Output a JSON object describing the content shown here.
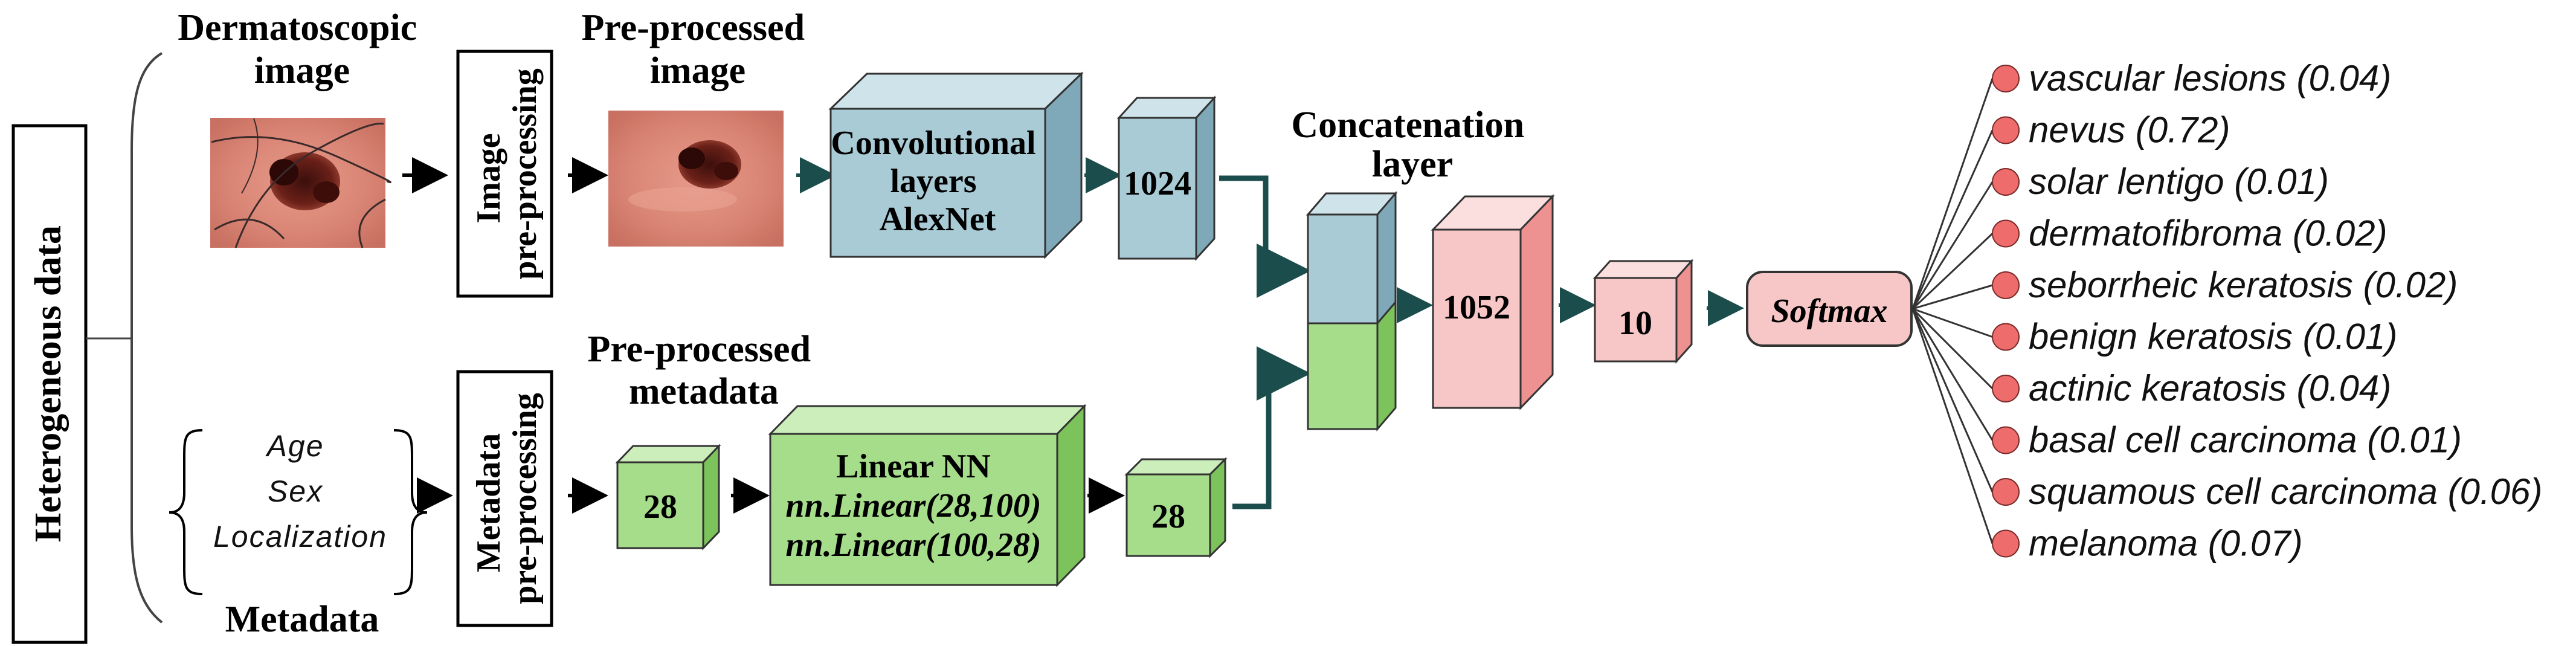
{
  "colors": {
    "conv_front": "#a9cbd6",
    "conv_top": "#cfe3ea",
    "conv_side": "#7fa9b8",
    "green_front": "#a6dd8a",
    "green_top": "#cbeebb",
    "green_side": "#7cc35c",
    "pink_front": "#f7c6c6",
    "pink_top": "#fbdede",
    "pink_side": "#ee9191",
    "dot": "#ef6c6c",
    "arrow": "#1c4d4d"
  },
  "left_label": "Heterogeneous data",
  "top_branch": {
    "dermatoscopic_label": [
      "Dermatoscopic",
      "image"
    ],
    "preprocess_box": [
      "Image",
      "pre-processing"
    ],
    "preprocessed_label": [
      "Pre-processed",
      "image"
    ],
    "conv_box": [
      "Convolutional",
      "layers",
      "AlexNet"
    ],
    "feature_size": "1024"
  },
  "bottom_branch": {
    "metadata_items": [
      "Age",
      "Sex",
      "Localization"
    ],
    "metadata_label": "Metadata",
    "preprocess_box": [
      "Metadata",
      "pre-processing"
    ],
    "preprocessed_label": [
      "Pre-processed",
      "metadata"
    ],
    "input_size": "28",
    "linear_box": [
      "Linear NN",
      "nn.Linear(28,100)",
      "nn.Linear(100,28)"
    ],
    "output_size": "28"
  },
  "concat_label": [
    "Concatenation",
    "layer"
  ],
  "fc_size": "1052",
  "out_size": "10",
  "softmax_label": "Softmax",
  "outputs": [
    "vascular lesions (0.04)",
    "nevus (0.72)",
    "solar lentigo (0.01)",
    "dermatofibroma (0.02)",
    "seborrheic keratosis (0.02)",
    "benign keratosis (0.01)",
    "actinic keratosis (0.04)",
    "basal cell carcinoma (0.01)",
    "squamous cell carcinoma (0.06)",
    "melanoma (0.07)"
  ]
}
